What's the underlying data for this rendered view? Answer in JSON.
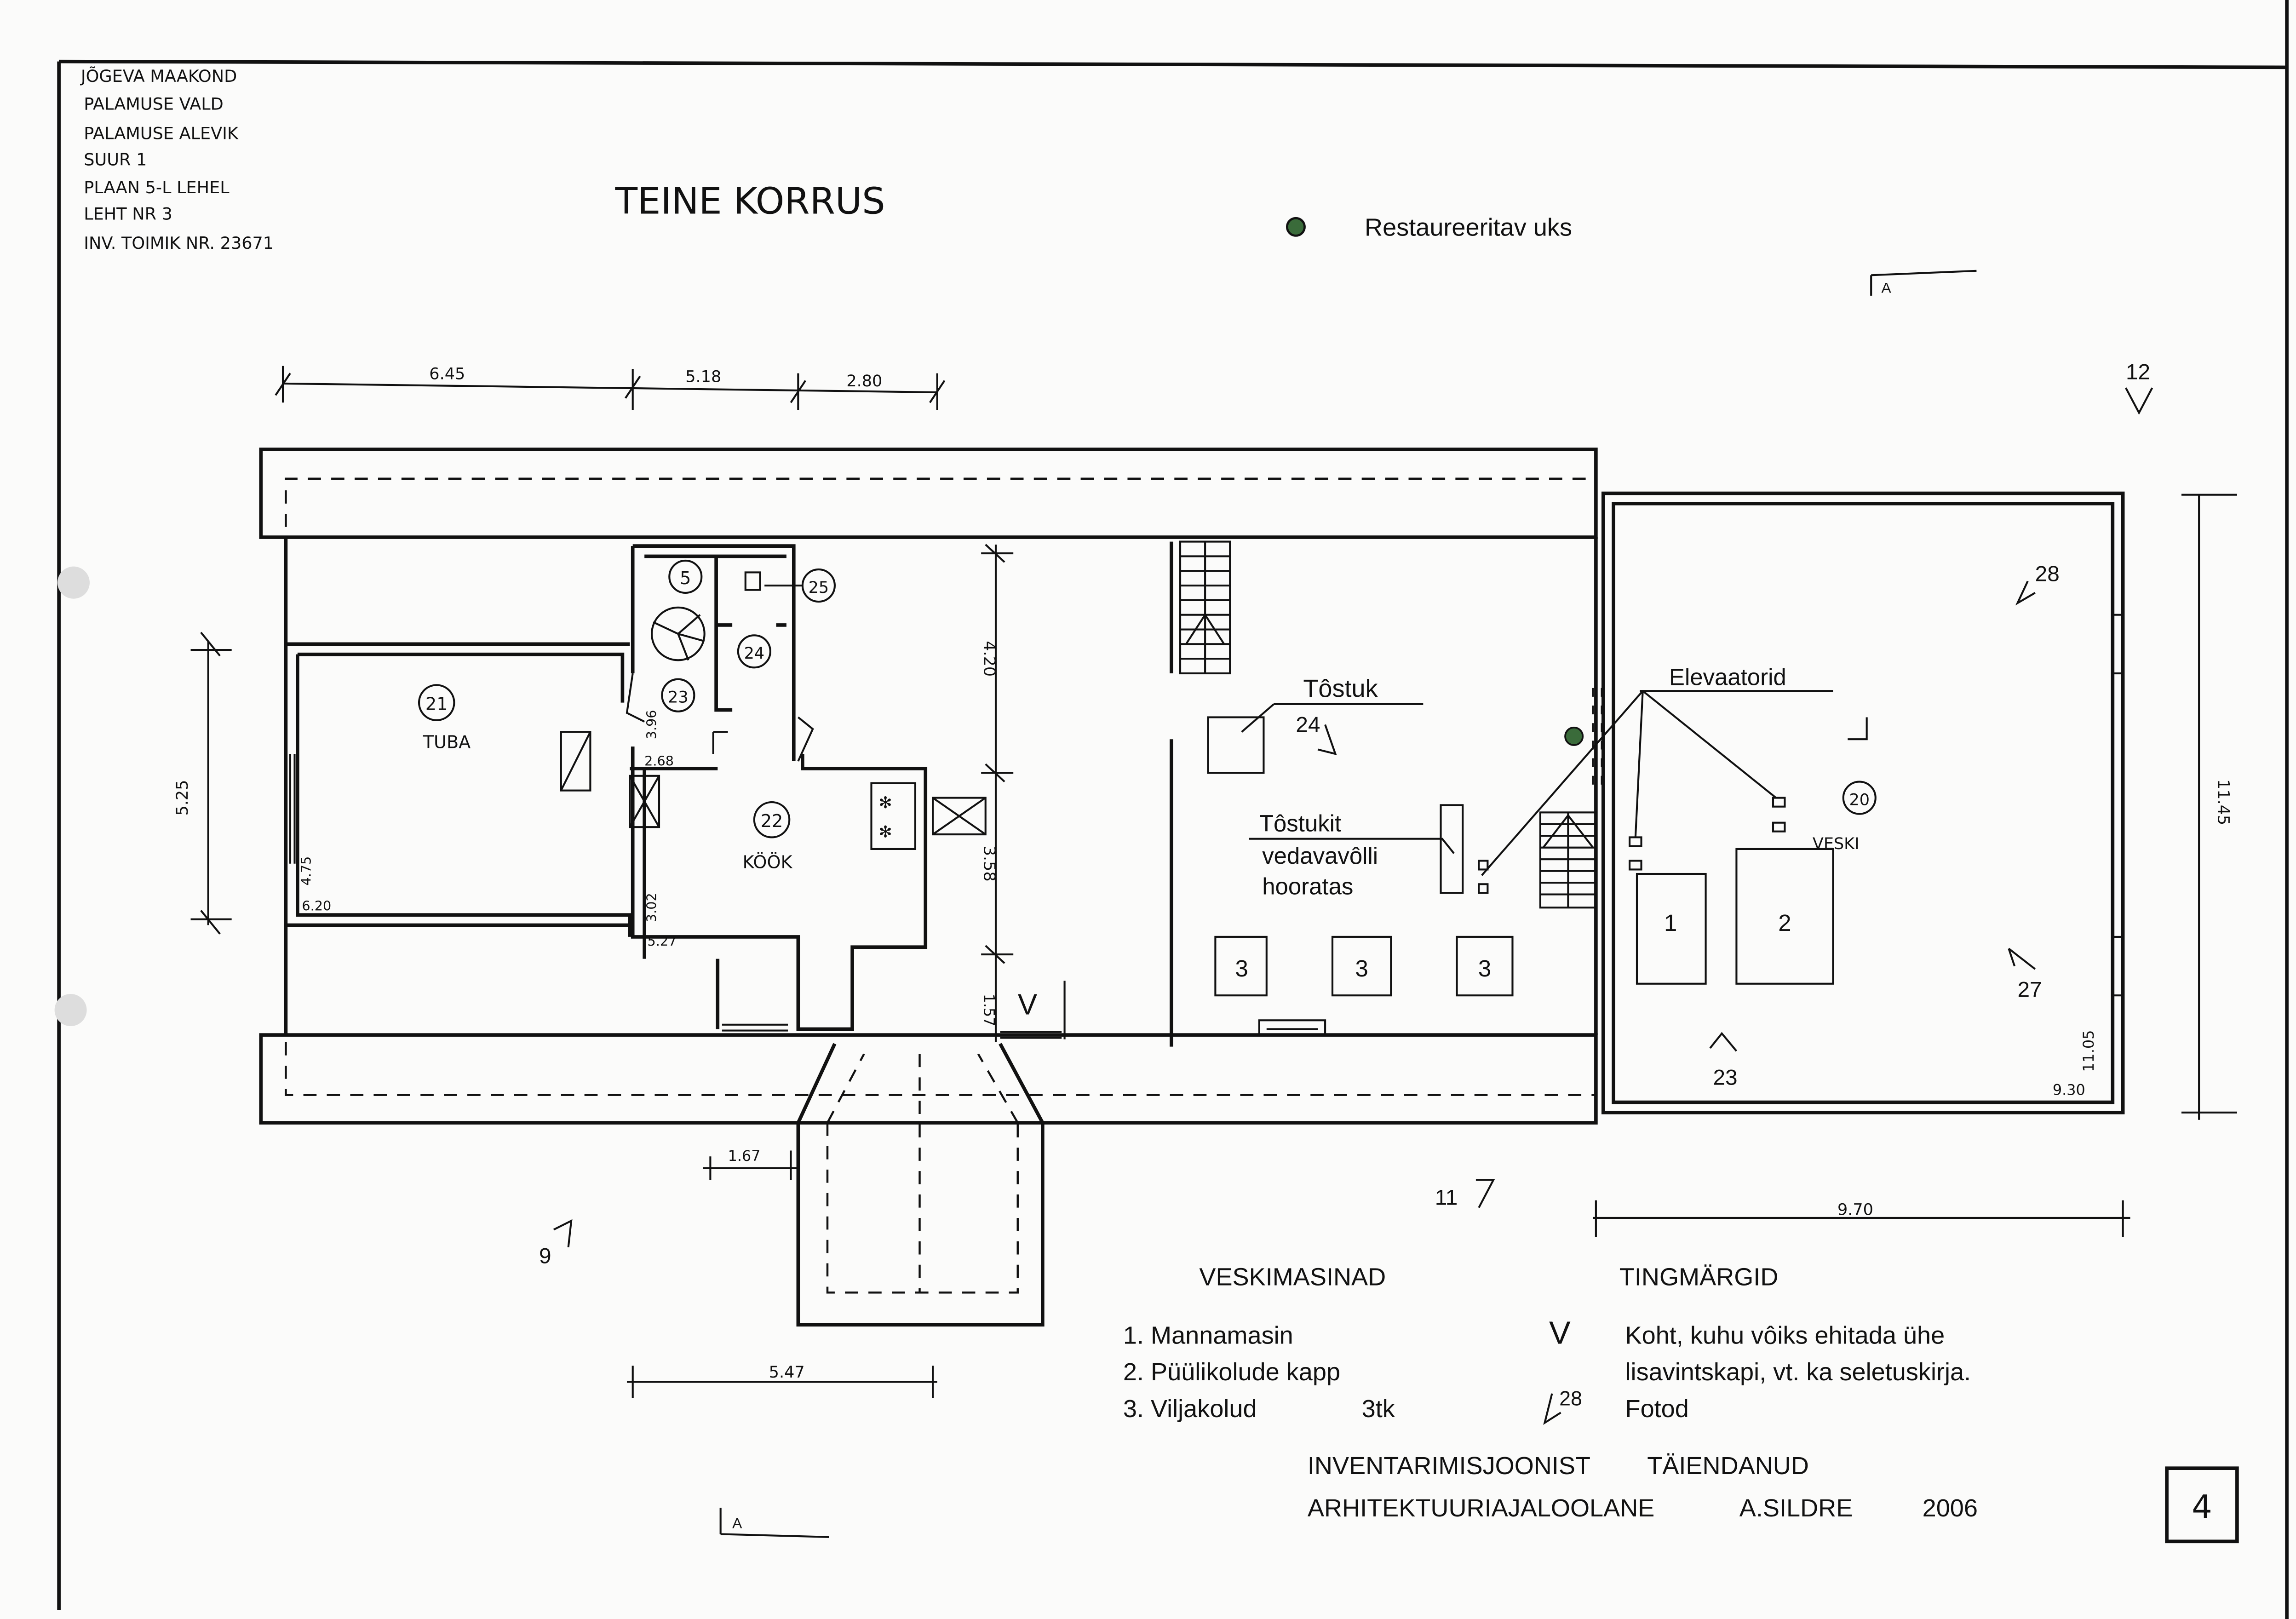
{
  "header_block": {
    "lines": [
      "JÕGEVA MAAKOND",
      "PALAMUSE VALD",
      "PALAMUSE ALEVIK",
      "SUUR 1",
      "PLAAN 5-L LEHEL",
      "LEHT NR 3",
      "INV. TOIMIK NR. 23671"
    ]
  },
  "title": "TEINE KORRUS",
  "legend_top": {
    "label": "Restaureeritav uks",
    "marker_color": "#3a6b3a"
  },
  "section_marker": "A",
  "dimensions": {
    "top": [
      "6.45",
      "5.18",
      "2.80"
    ],
    "left_vertical": "5.25",
    "mid_vertical": [
      "4.20",
      "3.58",
      "1.57"
    ],
    "right_vertical": "11.45",
    "bottom_right": "9.70",
    "porch": "1.67",
    "bottom_left": "5.47",
    "tuba_height": "4.75",
    "tuba_width": "6.20",
    "hall": [
      "3.96",
      "2.68"
    ],
    "kitchen": [
      "3.02",
      "5.27"
    ],
    "mill_inner": [
      "11.05",
      "9.30"
    ]
  },
  "rooms": [
    {
      "number": "21",
      "name": "TUBA"
    },
    {
      "number": "22",
      "name": "KÖÖK"
    },
    {
      "number": "23"
    },
    {
      "number": "24"
    },
    {
      "number": "25"
    },
    {
      "number": "5"
    },
    {
      "number": "20",
      "name": "VESKI"
    }
  ],
  "labels": {
    "tostuk": "Tôstuk",
    "tostuk_num": "24",
    "tostukit_1": "Tôstukit",
    "tostukit_2": "vedavavôlli",
    "tostukit_3": "hooratas",
    "elevaatorid": "Elevaatorid",
    "machine_3": "3",
    "machine_1": "1",
    "machine_2": "2",
    "v_mark": "V"
  },
  "photo_marks": [
    "12",
    "28",
    "27",
    "23",
    "11",
    "9"
  ],
  "veskimasinad": {
    "title": "VESKIMASINAD",
    "items": [
      "1. Mannamasin",
      "2. Püülikolude kapp",
      "3. Viljakolud"
    ],
    "qty": "3tk"
  },
  "tingmargid": {
    "title": "TINGMÄRGID",
    "v_symbol": "V",
    "v_text_1": "Koht, kuhu vôiks ehitada ühe",
    "v_text_2": "lisavintskapi, vt. ka seletuskirja.",
    "photo_symbol": "28",
    "photo_text": "Fotod"
  },
  "credits": {
    "line1a": "INVENTARIMISJOONIST",
    "line1b": "TÄIENDANUD",
    "line2a": "ARHITEKTUURIAJALOOLANE",
    "line2b": "A.SILDRE",
    "year": "2006"
  },
  "page_number": "4"
}
